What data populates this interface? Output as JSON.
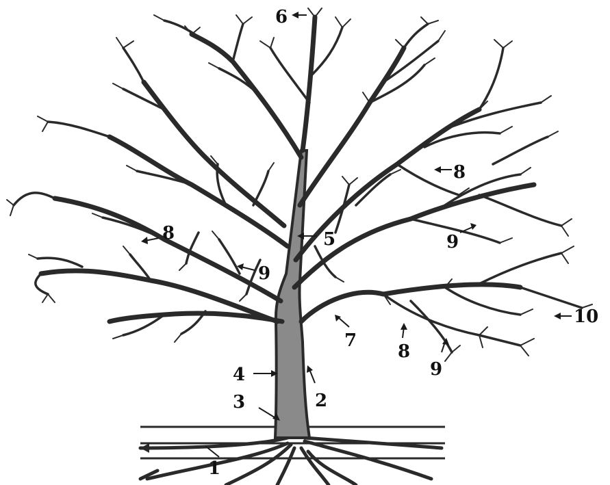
{
  "diagram": {
    "colors": {
      "ink": "#2a2a2a",
      "background": "#ffffff",
      "trunk_fill": "#8a8a8a"
    },
    "callouts": [
      {
        "id": "c1",
        "label": "1"
      },
      {
        "id": "c2",
        "label": "2"
      },
      {
        "id": "c3",
        "label": "3"
      },
      {
        "id": "c4",
        "label": "4"
      },
      {
        "id": "c5",
        "label": "5"
      },
      {
        "id": "c6",
        "label": "6"
      },
      {
        "id": "c7",
        "label": "7"
      },
      {
        "id": "c8a",
        "label": "8"
      },
      {
        "id": "c8b",
        "label": "8"
      },
      {
        "id": "c8c",
        "label": "8"
      },
      {
        "id": "c9a",
        "label": "9"
      },
      {
        "id": "c9b",
        "label": "9"
      },
      {
        "id": "c9c",
        "label": "9"
      },
      {
        "id": "c10",
        "label": "10"
      }
    ]
  }
}
